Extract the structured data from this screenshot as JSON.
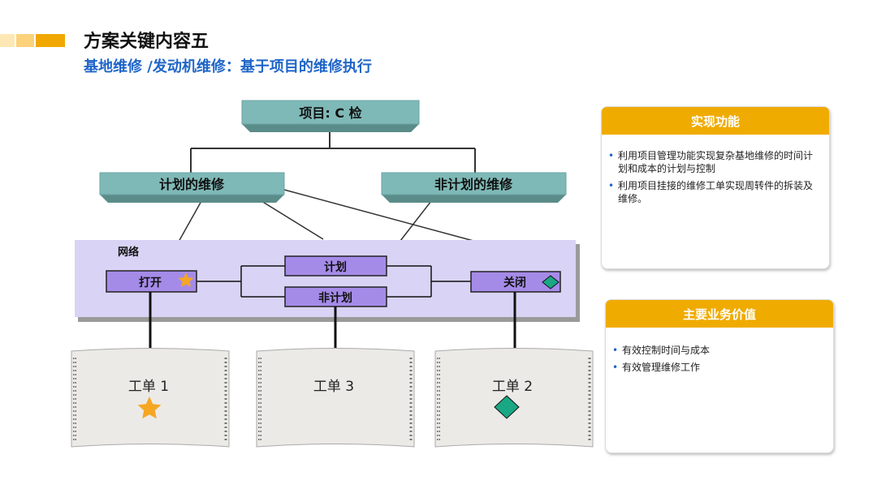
{
  "header": {
    "title": "方案关键内容五",
    "subtitle": "基地维修 /发动机维修：基于项目的维修执行"
  },
  "diagram": {
    "project_label": "项目: C 检",
    "planned_label": "计划的维修",
    "unplanned_label": "非计划的维修",
    "network_label": "网络",
    "open_label": "打开",
    "plan_label": "计划",
    "nonplan_label": "非计划",
    "close_label": "关闭",
    "workorders": [
      "工单 1",
      "工单 3",
      "工单 2"
    ]
  },
  "functions_panel": {
    "title": "实现功能",
    "items": [
      "利用项目管理功能实现复杂基地维修的时间计划和成本的计划与控制",
      "利用项目挂接的维修工单实现周转件的拆装及维修。"
    ]
  },
  "value_panel": {
    "title": "主要业务价值",
    "items": [
      "有效控制时间与成本",
      "有效管理维修工作"
    ]
  },
  "colors": {
    "accent": "#f0ab00",
    "title_blue": "#1f65c8",
    "node_fill": "#7fb9b7",
    "network_fill": "#d9d3f5",
    "box_fill": "#a58be8",
    "star": "#f5a623",
    "diamond": "#1aa784"
  }
}
